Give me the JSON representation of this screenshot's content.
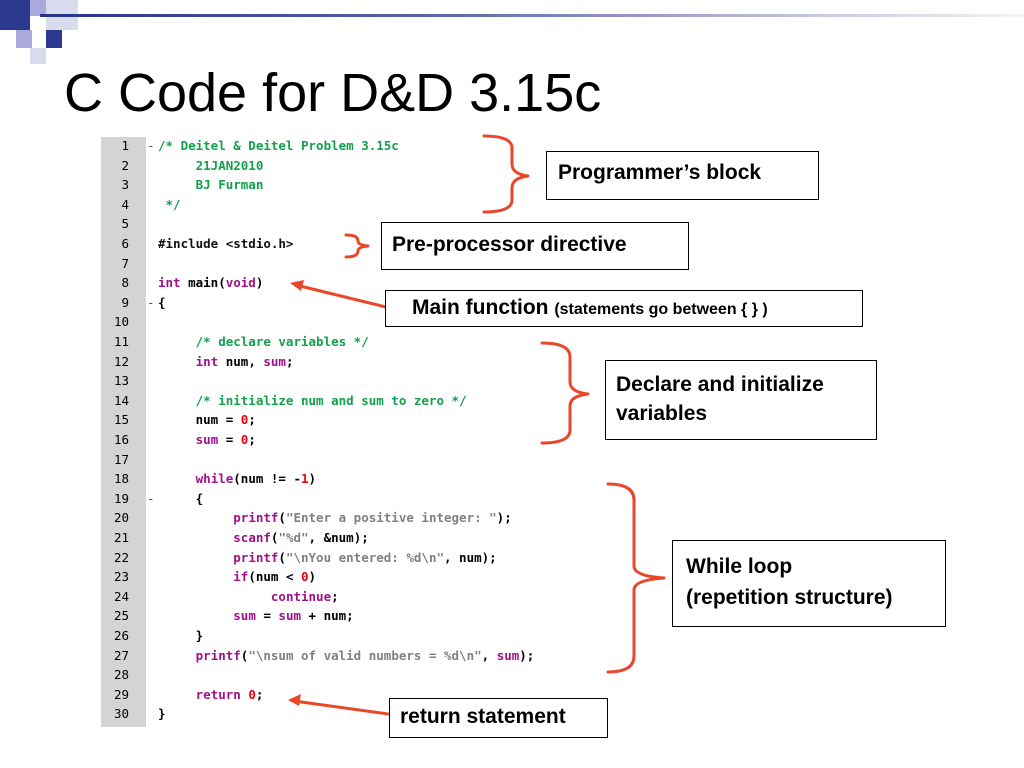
{
  "slide": {
    "title": "C Code for D&D 3.15c"
  },
  "code": {
    "line_numbers": [
      "1",
      "2",
      "3",
      "4",
      "5",
      "6",
      "7",
      "8",
      "9",
      "10",
      "11",
      "12",
      "13",
      "14",
      "15",
      "16",
      "17",
      "18",
      "19",
      "20",
      "21",
      "22",
      "23",
      "24",
      "25",
      "26",
      "27",
      "28",
      "29",
      "30"
    ],
    "fold_markers": [
      "-",
      "-",
      "-"
    ],
    "lines": [
      [
        {
          "t": "/* Deitel & Deitel Problem 3.15c",
          "c": "c"
        }
      ],
      [
        {
          "t": "     21JAN2010",
          "c": "c"
        }
      ],
      [
        {
          "t": "     BJ Furman",
          "c": "c"
        }
      ],
      [
        {
          "t": " */",
          "c": "c"
        }
      ],
      [],
      [
        {
          "t": "#include <stdio.h>",
          "c": "pp"
        }
      ],
      [],
      [
        {
          "t": "int",
          "c": "k"
        },
        {
          "t": " main(",
          "c": ""
        },
        {
          "t": "void",
          "c": "k"
        },
        {
          "t": ")",
          "c": ""
        }
      ],
      [
        {
          "t": "{",
          "c": ""
        }
      ],
      [],
      [
        {
          "t": "     /* declare variables */",
          "c": "c"
        }
      ],
      [
        {
          "t": "     ",
          "c": ""
        },
        {
          "t": "int",
          "c": "k"
        },
        {
          "t": " num, ",
          "c": ""
        },
        {
          "t": "sum",
          "c": "k"
        },
        {
          "t": ";",
          "c": ""
        }
      ],
      [],
      [
        {
          "t": "     /* initialize num and sum to zero */",
          "c": "c"
        }
      ],
      [
        {
          "t": "     num = ",
          "c": ""
        },
        {
          "t": "0",
          "c": "n"
        },
        {
          "t": ";",
          "c": ""
        }
      ],
      [
        {
          "t": "     ",
          "c": ""
        },
        {
          "t": "sum",
          "c": "k"
        },
        {
          "t": " = ",
          "c": ""
        },
        {
          "t": "0",
          "c": "n"
        },
        {
          "t": ";",
          "c": ""
        }
      ],
      [],
      [
        {
          "t": "     ",
          "c": ""
        },
        {
          "t": "while",
          "c": "k"
        },
        {
          "t": "(num != -",
          "c": ""
        },
        {
          "t": "1",
          "c": "n"
        },
        {
          "t": ")",
          "c": ""
        }
      ],
      [
        {
          "t": "     {",
          "c": ""
        }
      ],
      [
        {
          "t": "          ",
          "c": ""
        },
        {
          "t": "printf",
          "c": "k"
        },
        {
          "t": "(",
          "c": ""
        },
        {
          "t": "\"Enter a positive integer: \"",
          "c": "s"
        },
        {
          "t": ");",
          "c": ""
        }
      ],
      [
        {
          "t": "          ",
          "c": ""
        },
        {
          "t": "scanf",
          "c": "k"
        },
        {
          "t": "(",
          "c": ""
        },
        {
          "t": "\"%d\"",
          "c": "s"
        },
        {
          "t": ", &num);",
          "c": ""
        }
      ],
      [
        {
          "t": "          ",
          "c": ""
        },
        {
          "t": "printf",
          "c": "k"
        },
        {
          "t": "(",
          "c": ""
        },
        {
          "t": "\"\\nYou entered: %d\\n\"",
          "c": "s"
        },
        {
          "t": ", num);",
          "c": ""
        }
      ],
      [
        {
          "t": "          ",
          "c": ""
        },
        {
          "t": "if",
          "c": "k"
        },
        {
          "t": "(num < ",
          "c": ""
        },
        {
          "t": "0",
          "c": "n"
        },
        {
          "t": ")",
          "c": ""
        }
      ],
      [
        {
          "t": "               ",
          "c": ""
        },
        {
          "t": "continue",
          "c": "k"
        },
        {
          "t": ";",
          "c": ""
        }
      ],
      [
        {
          "t": "          ",
          "c": ""
        },
        {
          "t": "sum",
          "c": "k"
        },
        {
          "t": " = ",
          "c": ""
        },
        {
          "t": "sum",
          "c": "k"
        },
        {
          "t": " + num;",
          "c": ""
        }
      ],
      [
        {
          "t": "     }",
          "c": ""
        }
      ],
      [
        {
          "t": "     ",
          "c": ""
        },
        {
          "t": "printf",
          "c": "k"
        },
        {
          "t": "(",
          "c": ""
        },
        {
          "t": "\"\\nsum of valid numbers = %d\\n\"",
          "c": "s"
        },
        {
          "t": ", ",
          "c": ""
        },
        {
          "t": "sum",
          "c": "k"
        },
        {
          "t": ");",
          "c": ""
        }
      ],
      [],
      [
        {
          "t": "     ",
          "c": ""
        },
        {
          "t": "return",
          "c": "k"
        },
        {
          "t": " ",
          "c": ""
        },
        {
          "t": "0",
          "c": "n"
        },
        {
          "t": ";",
          "c": ""
        }
      ],
      [
        {
          "t": "}",
          "c": ""
        }
      ]
    ]
  },
  "annotations": {
    "programmers_block": "Programmer’s block",
    "preprocessor": "Pre-processor directive",
    "main_function": "Main function",
    "main_function_note": "(statements go between { } )",
    "declare_line1": "Declare and initialize",
    "declare_line2": "variables",
    "while_line1": "While loop",
    "while_line2": "(repetition structure)",
    "return_statement": "return statement"
  },
  "colors": {
    "accent": "#e8472a",
    "comment": "#11a14a",
    "keyword": "#a0108a",
    "number": "#e4000f",
    "string": "#808080",
    "header_blue": "#26328c"
  }
}
